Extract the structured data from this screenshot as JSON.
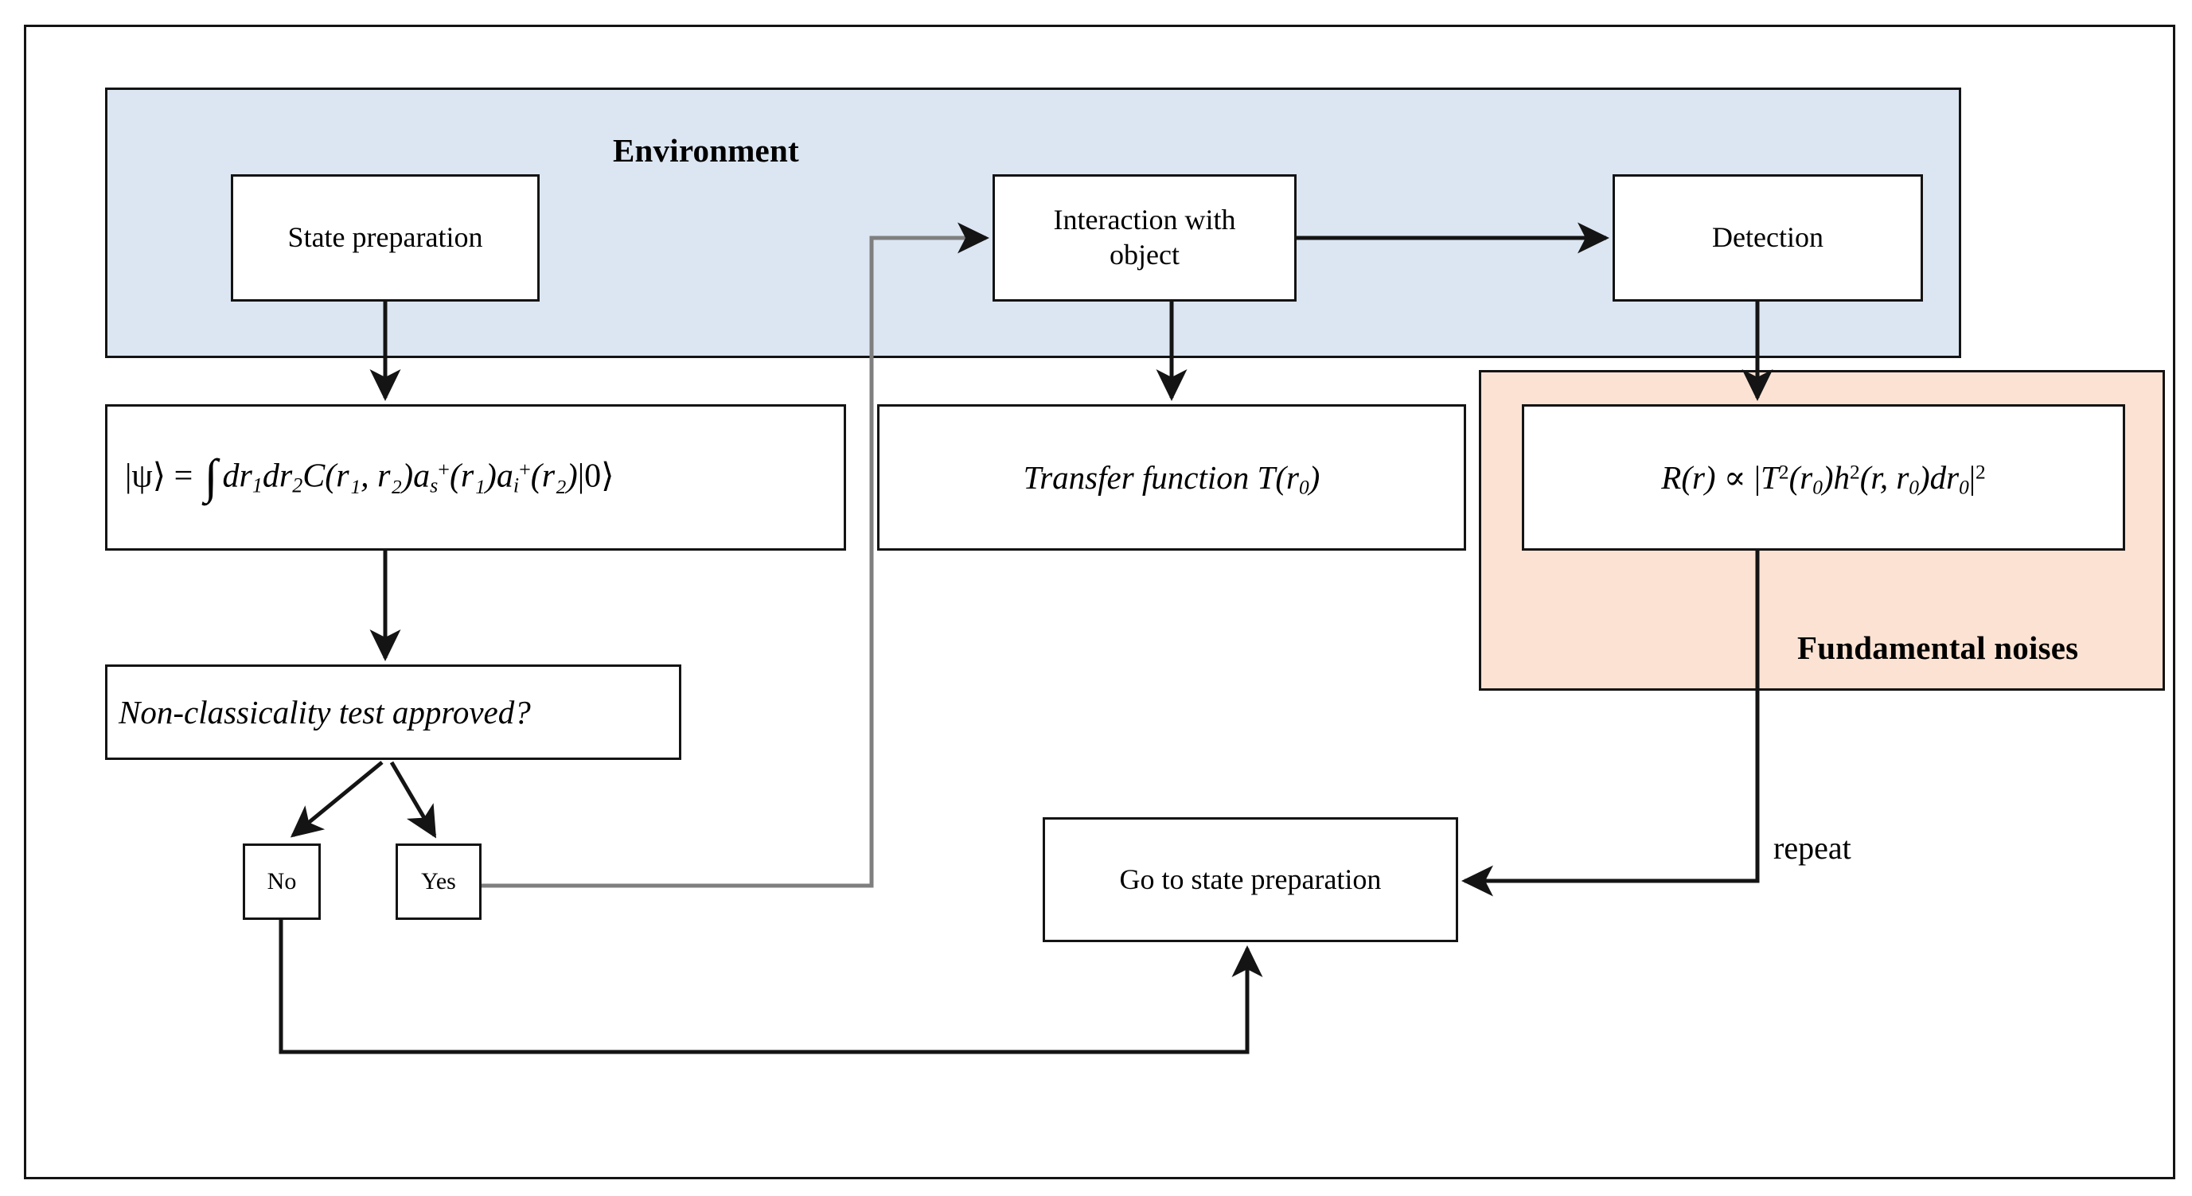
{
  "figure": {
    "type": "flowchart",
    "title": "Quantum imaging protocol flowchart"
  },
  "colors": {
    "environment_fill": "#dce6f2",
    "noises_fill": "#fce2d3",
    "stroke": "#141414",
    "node_fill": "#ffffff",
    "connector_gray": "#7f7f7f"
  },
  "regions": [
    {
      "id": "environment",
      "label": "Environment",
      "fill": "#dce6f2"
    },
    {
      "id": "fundamental_noises",
      "label": "Fundamental noises",
      "fill": "#fce2d3"
    }
  ],
  "nodes": {
    "state_preparation": {
      "label": "State preparation",
      "shape": "rectangle"
    },
    "interaction": {
      "label_line1": "Interaction  with",
      "label_line2": "object",
      "shape": "rectangle"
    },
    "detection": {
      "label": "Detection",
      "shape": "rectangle"
    },
    "psi_state": {
      "equation_text": "|ψ⟩ = ∫ dr₁dr₂C(r₁, r₂)aₛ⁺(r₁)aᵢ⁺(r₂)|0⟩",
      "parts": {
        "lhs": "|ψ⟩",
        "equals": "=",
        "integral": "∫",
        "measure": "dr",
        "sub1": "1",
        "measure2": "dr",
        "sub2": "2",
        "C": "C",
        "args": "(r₁, r₂)",
        "a_signal": "a",
        "a_signal_sub": "s",
        "a_signal_sup": "+",
        "a_signal_arg": "(r₁)",
        "a_idler": "a",
        "a_idler_sub": "i",
        "a_idler_sup": "+",
        "a_idler_arg": "(r₂)",
        "vacuum": "|0⟩"
      }
    },
    "transfer_function": {
      "equation_text": "Transfer function T(r₀)",
      "parts": {
        "text": "Transfer function",
        "T": "T",
        "arg_open": "(",
        "r": "r",
        "sub": "0",
        "arg_close": ")"
      }
    },
    "response": {
      "equation_text": "R(r) ∝ |T²(r₀)h²(r, r₀)dr₀|²",
      "parts": {
        "R": "R",
        "Rarg": "(r)",
        "prop": "∝",
        "barL": "|",
        "T": "T",
        "Tsup": "2",
        "Targ_open": "(",
        "r0": "r",
        "r0sub": "0",
        "Targ_close": ")",
        "h": "h",
        "hsup": "2",
        "harg": "(r, r",
        "harg_sub": "0",
        "harg_close": ")",
        "dr": "dr",
        "drsub": "0",
        "barR": "|",
        "outer_sup": "2"
      }
    },
    "nonclassicality_test": {
      "label": "Non-classicality test approved?"
    },
    "no": {
      "label": "No"
    },
    "yes": {
      "label": "Yes"
    },
    "go_to_state_preparation": {
      "label": "Go to state preparation"
    }
  },
  "edge_labels": {
    "repeat": "repeat"
  },
  "edges": [
    {
      "from": "yes",
      "to": "interaction",
      "style": "gray-elbow",
      "arrow": true
    },
    {
      "from": "interaction",
      "to": "detection",
      "style": "straight-right",
      "arrow": true
    },
    {
      "from": "state_preparation",
      "to": "psi_state",
      "style": "straight-down",
      "arrow": true
    },
    {
      "from": "interaction",
      "to": "transfer_function",
      "style": "straight-down",
      "arrow": true
    },
    {
      "from": "detection",
      "to": "response",
      "style": "straight-down",
      "arrow": true
    },
    {
      "from": "psi_state",
      "to": "nonclassicality_test",
      "style": "straight-down",
      "arrow": true
    },
    {
      "from": "nonclassicality_test",
      "to": "no",
      "style": "diagonal",
      "arrow": true
    },
    {
      "from": "nonclassicality_test",
      "to": "yes",
      "style": "diagonal",
      "arrow": true
    },
    {
      "from": "response",
      "to": "go_to_state_preparation",
      "label": "repeat",
      "style": "elbow",
      "arrow": true
    },
    {
      "from": "no",
      "to": "go_to_state_preparation",
      "style": "elbow-bottom",
      "arrow": true
    }
  ]
}
